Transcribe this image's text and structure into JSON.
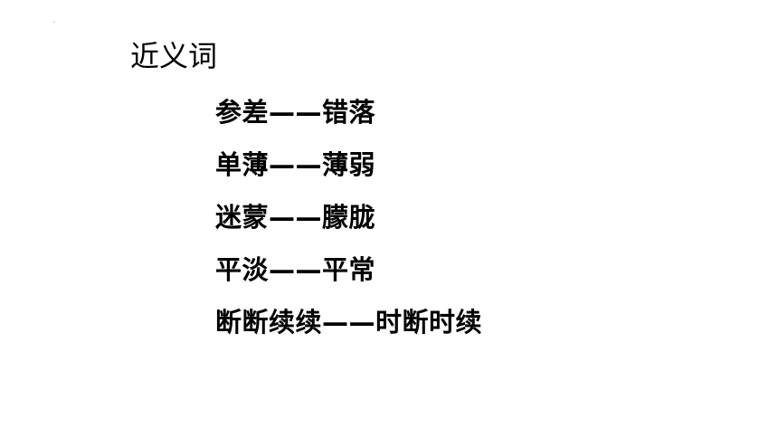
{
  "heading": "近义词",
  "pairs": [
    "参差——错落",
    "单薄——薄弱",
    "迷蒙——朦胧",
    "平淡——平常",
    "断断续续——时断时续"
  ]
}
